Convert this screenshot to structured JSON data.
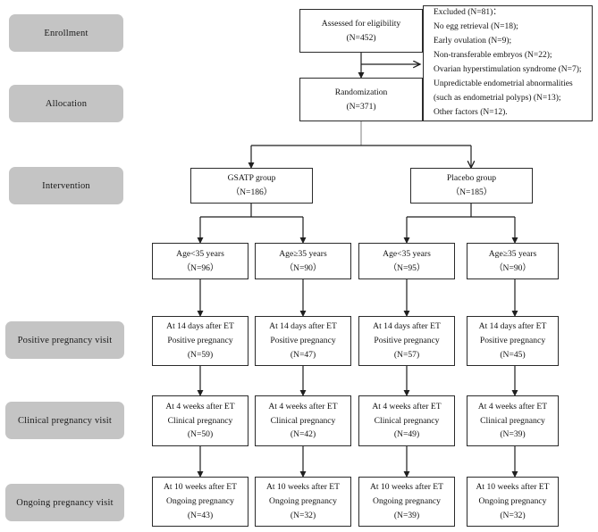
{
  "figure": {
    "type": "consort-flow-diagram",
    "title": "CONSORT participant flow diagram",
    "palette": {
      "stage_label_bg": "#c4c4c4",
      "node_border": "#2b2b2b",
      "node_bg": "#ffffff",
      "edge": "#1f1f1f",
      "edge_light": "#8a8a8a",
      "text": "#121212",
      "page_bg": "#ffffff"
    }
  },
  "stages": [
    {
      "id": "enrollment",
      "label": "Enrollment"
    },
    {
      "id": "allocation",
      "label": "Allocation"
    },
    {
      "id": "intervention",
      "label": "Intervention"
    },
    {
      "id": "positive-pregnancy-visit",
      "label": "Positive pregnancy visit"
    },
    {
      "id": "clinical-pregnancy-visit",
      "label": "Clinical pregnancy visit"
    },
    {
      "id": "ongoing-pregnancy-visit",
      "label": "Ongoing pregnancy visit"
    }
  ],
  "nodes": {
    "assessed": {
      "lines": [
        "Assessed for eligibility",
        "(N=452)"
      ],
      "n": 452
    },
    "randomization": {
      "lines": [
        "Randomization",
        "(N=371)"
      ],
      "n": 371
    },
    "excluded": {
      "lines": [
        "Excluded (N=81)：",
        "No egg retrieval (N=18);",
        "Early ovulation (N=9);",
        "Non-transferable embryos (N=22);",
        "Ovarian hyperstimulation syndrome  (N=7);",
        "Unpredictable endometrial abnormalities",
        "(such as endometrial polyps) (N=13);",
        "Other factors (N=12)."
      ],
      "total": 81,
      "reasons": [
        {
          "reason": "No egg retrieval",
          "n": 18
        },
        {
          "reason": "Early ovulation",
          "n": 9
        },
        {
          "reason": "Non-transferable embryos",
          "n": 22
        },
        {
          "reason": "Ovarian hyperstimulation syndrome",
          "n": 7
        },
        {
          "reason": "Unpredictable endometrial abnormalities (such as endometrial polyps)",
          "n": 13
        },
        {
          "reason": "Other factors",
          "n": 12
        }
      ]
    },
    "gsatp_group": {
      "lines": [
        "GSATP group",
        "（N=186）"
      ],
      "n": 186
    },
    "placebo_group": {
      "lines": [
        "Placebo group",
        "（N=185）"
      ],
      "n": 185
    },
    "age_c1": {
      "lines": [
        "Age<35 years",
        "（N=96）"
      ],
      "n": 96
    },
    "age_c2": {
      "lines": [
        "Age≥35 years",
        "（N=90）"
      ],
      "n": 90
    },
    "age_c3": {
      "lines": [
        "Age<35 years",
        "（N=95）"
      ],
      "n": 95
    },
    "age_c4": {
      "lines": [
        "Age≥35 years",
        "（N=90）"
      ],
      "n": 90
    },
    "pos_c1": {
      "lines": [
        "At 14 days after ET",
        "Positive pregnancy",
        "(N=59)"
      ],
      "n": 59
    },
    "pos_c2": {
      "lines": [
        "At 14 days after ET",
        "Positive pregnancy",
        "(N=47)"
      ],
      "n": 47
    },
    "pos_c3": {
      "lines": [
        "At 14 days after ET",
        "Positive pregnancy",
        "(N=57)"
      ],
      "n": 57
    },
    "pos_c4": {
      "lines": [
        "At 14 days after ET",
        "Positive pregnancy",
        "(N=45)"
      ],
      "n": 45
    },
    "clin_c1": {
      "lines": [
        "At 4 weeks after ET",
        "Clinical pregnancy",
        "(N=50)"
      ],
      "n": 50
    },
    "clin_c2": {
      "lines": [
        "At 4 weeks after ET",
        "Clinical pregnancy",
        "(N=42)"
      ],
      "n": 42
    },
    "clin_c3": {
      "lines": [
        "At 4 weeks after ET",
        "Clinical pregnancy",
        "(N=49)"
      ],
      "n": 49
    },
    "clin_c4": {
      "lines": [
        "At 4 weeks after ET",
        "Clinical pregnancy",
        "(N=39)"
      ],
      "n": 39
    },
    "ong_c1": {
      "lines": [
        "At 10 weeks after ET",
        "Ongoing pregnancy",
        "(N=43)"
      ],
      "n": 43
    },
    "ong_c2": {
      "lines": [
        "At 10 weeks after ET",
        "Ongoing pregnancy",
        "(N=32)"
      ],
      "n": 32
    },
    "ong_c3": {
      "lines": [
        "At 10 weeks after ET",
        "Ongoing pregnancy",
        "(N=39)"
      ],
      "n": 39
    },
    "ong_c4": {
      "lines": [
        "At 10 weeks after ET",
        "Ongoing pregnancy",
        "(N=32)"
      ],
      "n": 32
    }
  }
}
